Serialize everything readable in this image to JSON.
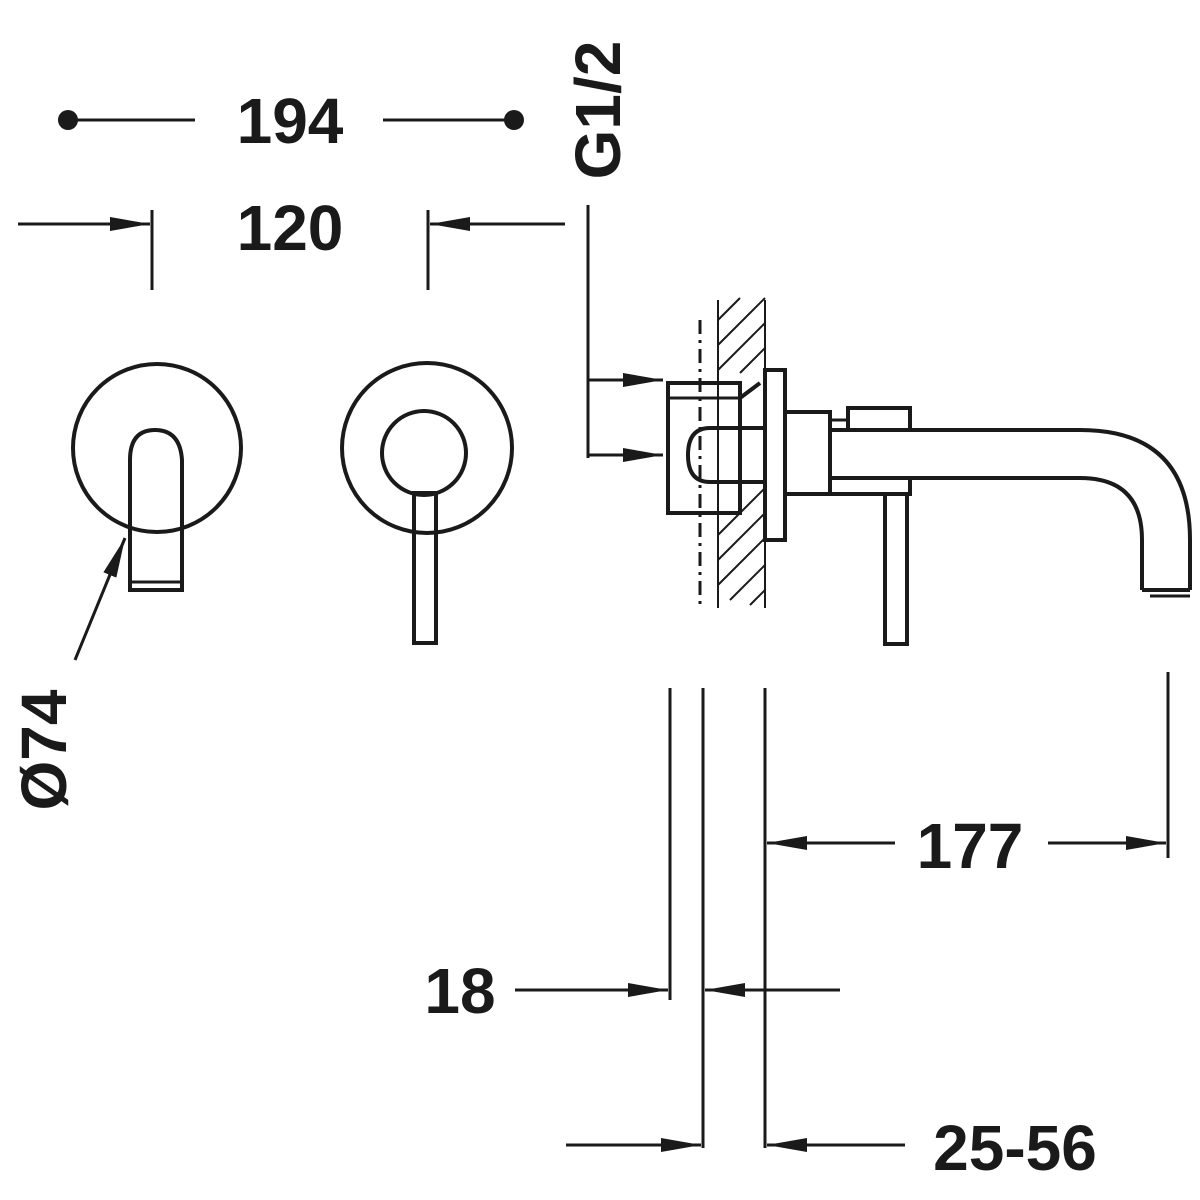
{
  "dimensions": {
    "d194": "194",
    "d120": "120",
    "g12": "G1/2",
    "d74": "Ø74",
    "d177": "177",
    "d18": "18",
    "d2556": "25-56"
  }
}
